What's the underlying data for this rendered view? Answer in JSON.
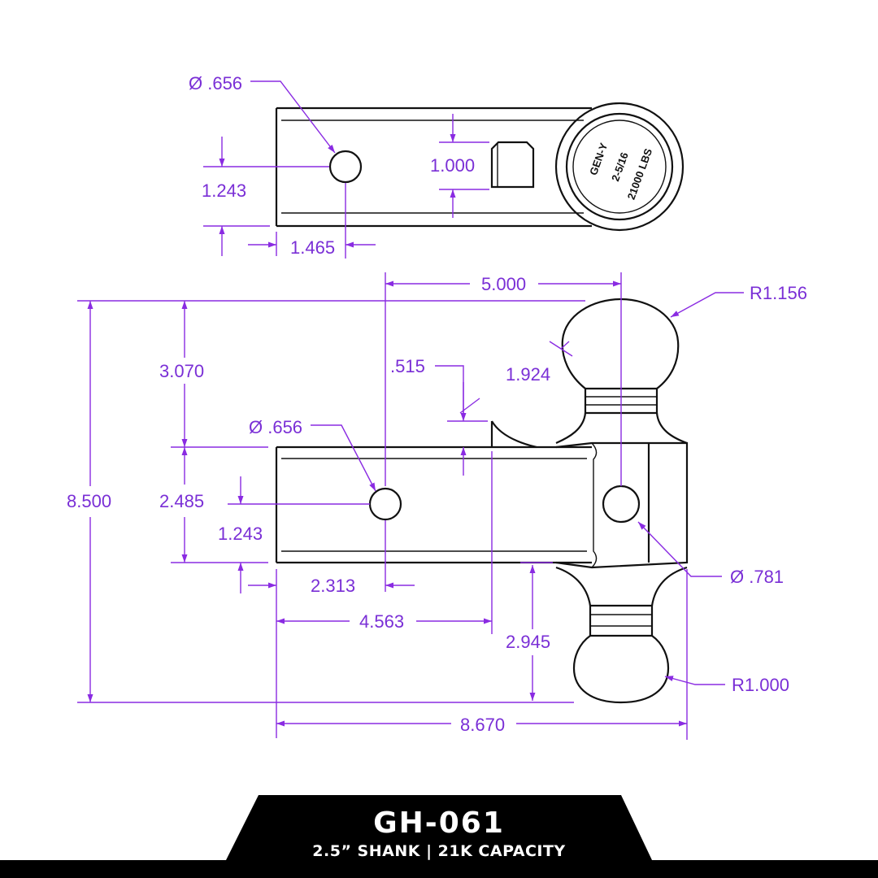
{
  "colors": {
    "dimension": "#8a2be2",
    "part": "#111111",
    "banner": "#000000",
    "background": "#ffffff"
  },
  "stamp": {
    "line1": "GEN-Y",
    "line2": "2-5/16",
    "line3": "21000 LBS"
  },
  "dimensions": {
    "top_hole_dia": "Ø .656",
    "top_hole_vert": "1.243",
    "top_hole_horiz": "1.465",
    "top_pin_height": "1.000",
    "ball_spacing": "5.000",
    "upper_ball_radius": "R1.156",
    "upper_ball_dia": "1.924",
    "overall_height": "8.500",
    "upper_height": "3.070",
    "notch_offset": ".515",
    "shank_hole_dia": "Ø .656",
    "shank_height": "2.485",
    "shank_hole_vert": "1.243",
    "shank_hole_horiz": "2.313",
    "shank_length": "4.563",
    "lower_height": "2.945",
    "ball_hole_dia": "Ø .781",
    "lower_ball_radius": "R1.000",
    "overall_length": "8.670"
  },
  "banner": {
    "model": "GH-061",
    "subtitle": "2.5” SHANK | 21K CAPACITY"
  }
}
